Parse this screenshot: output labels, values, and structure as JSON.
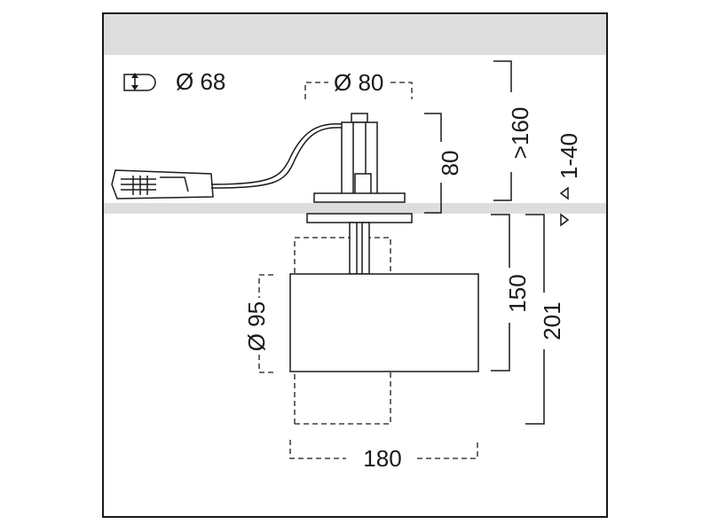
{
  "colors": {
    "line": "#1a1a1a",
    "ceiling_band": "#dddddd",
    "background": "#ffffff"
  },
  "icons": {
    "cutout": "ceiling-cutout-icon"
  },
  "dimensions": {
    "cutout_diameter": "Ø 68",
    "mount_diameter": "Ø 80",
    "mount_height": "80",
    "clearance": ">160",
    "ceiling_thickness": "1-40",
    "head_diameter": "Ø 95",
    "head_height": "150",
    "total_height": "201",
    "head_length": "180"
  }
}
